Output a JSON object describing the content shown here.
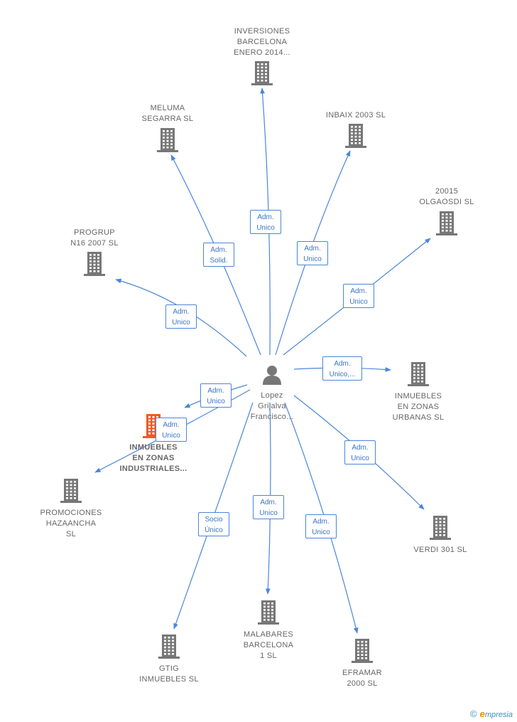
{
  "colors": {
    "edge": "#4a86d8",
    "company_icon": "#777777",
    "highlight_icon": "#f05a28",
    "person_icon": "#777777"
  },
  "center": {
    "name": "Lopez\nGrijalva\nFrancisco...",
    "icon": "person-icon"
  },
  "nodes": [
    {
      "id": "inversiones-barcelona",
      "label": "INVERSIONES\nBARCELONA\nENERO 2014...",
      "icon": "building-icon"
    },
    {
      "id": "meluma-segarra",
      "label": "MELUMA\nSEGARRA  SL",
      "icon": "building-icon"
    },
    {
      "id": "inbaix-2003",
      "label": "INBAIX 2003 SL",
      "icon": "building-icon"
    },
    {
      "id": "olgaosdi-20015",
      "label": "20015\nOLGAOSDI SL",
      "icon": "building-icon"
    },
    {
      "id": "progrup-n16",
      "label": "PROGRUP\nN16 2007  SL",
      "icon": "building-icon"
    },
    {
      "id": "inmuebles-zonas-urbanas",
      "label": "INMUEBLES\nEN ZONAS\nURBANAS  SL",
      "icon": "building-icon"
    },
    {
      "id": "inmuebles-zonas-industriales",
      "label": "INMUEBLES\nEN ZONAS\nINDUSTRIALES...",
      "icon": "building-icon",
      "highlight": true
    },
    {
      "id": "promociones-hazaancha",
      "label": "PROMOCIONES\nHAZAANCHA\nSL",
      "icon": "building-icon"
    },
    {
      "id": "verdi-301",
      "label": "VERDI 301  SL",
      "icon": "building-icon"
    },
    {
      "id": "malabares-barcelona",
      "label": "MALABARES\nBARCELONA\n1  SL",
      "icon": "building-icon"
    },
    {
      "id": "eframar-2000",
      "label": "EFRAMAR\n2000 SL",
      "icon": "building-icon"
    },
    {
      "id": "gtig-inmuebles",
      "label": "GTIG\nINMUEBLES  SL",
      "icon": "building-icon"
    }
  ],
  "relations": [
    {
      "to": "inversiones-barcelona",
      "label": "Adm.\nUnico"
    },
    {
      "to": "meluma-segarra",
      "label": "Adm.\nSolid."
    },
    {
      "to": "inbaix-2003",
      "label": "Adm.\nUnico"
    },
    {
      "to": "olgaosdi-20015",
      "label": "Adm.\nUnico"
    },
    {
      "to": "progrup-n16",
      "label": "Adm.\nUnico"
    },
    {
      "to": "inmuebles-zonas-urbanas",
      "label": "Adm.\nUnico,..."
    },
    {
      "to": "inmuebles-zonas-industriales",
      "label": "Adm.\nUnico"
    },
    {
      "to": "promociones-hazaancha",
      "label": "Adm.\nUnico"
    },
    {
      "to": "verdi-301",
      "label": "Adm.\nUnico"
    },
    {
      "to": "malabares-barcelona",
      "label": "Adm.\nUnico"
    },
    {
      "to": "eframar-2000",
      "label": "Adm.\nUnico"
    },
    {
      "to": "gtig-inmuebles",
      "label": "Socio\nÚnico"
    }
  ],
  "credit": {
    "copyright": "©",
    "brand_initial": "e",
    "brand_rest": "mpresia"
  }
}
